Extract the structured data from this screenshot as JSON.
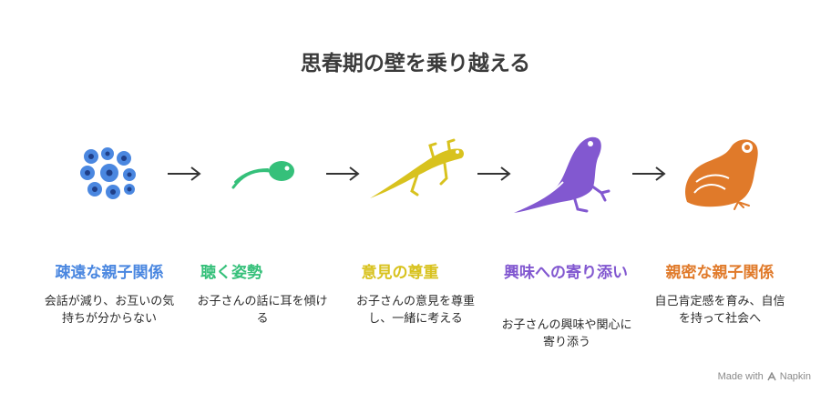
{
  "title": "思春期の壁を乗り越える",
  "stages": [
    {
      "title": "疎遠な親子関係",
      "desc": "会話が減り、お互いの気持ちが分からない",
      "color": "#4a87e0",
      "icon": "frog-eggs-icon"
    },
    {
      "title": "聴く姿勢",
      "desc": "お子さんの話に耳を傾ける",
      "color": "#35c07a",
      "icon": "tadpole-icon"
    },
    {
      "title": "意見の尊重",
      "desc": "お子さんの意見を尊重し、一緒に考える",
      "color": "#d8c21e",
      "icon": "froglet-icon"
    },
    {
      "title": "興味への寄り添い",
      "desc": "お子さんの興味や関心に寄り添う",
      "color": "#8258d0",
      "icon": "young-frog-icon"
    },
    {
      "title": "親密な親子関係",
      "desc": "自己肯定感を育み、自信を持って社会へ",
      "color": "#e07a2a",
      "icon": "adult-frog-icon"
    }
  ],
  "footer": {
    "made_with": "Made with",
    "brand": "Napkin"
  }
}
